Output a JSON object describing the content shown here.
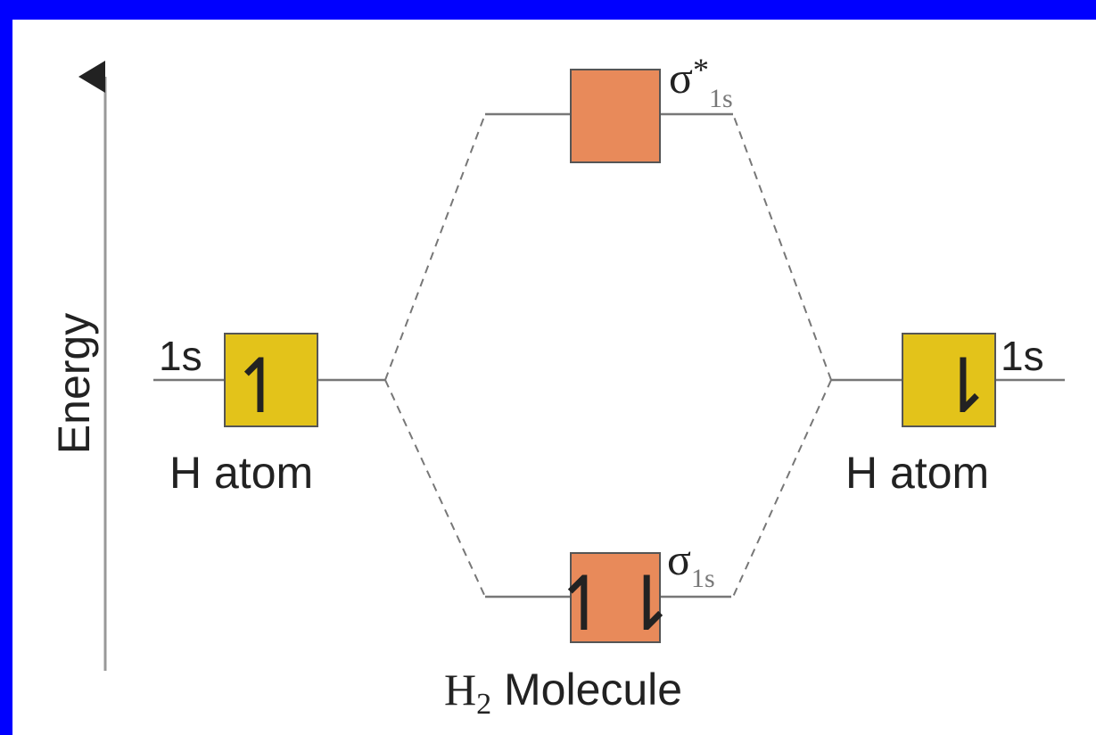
{
  "axis": {
    "label": "Energy"
  },
  "left_atom": {
    "orbital_label": "1s",
    "caption": "H atom",
    "electrons": "↿"
  },
  "right_atom": {
    "orbital_label": "1s",
    "caption": "H atom",
    "electrons": "⇂"
  },
  "antibonding": {
    "symbol": "σ",
    "superscript": "*",
    "subscript": "1s"
  },
  "bonding": {
    "symbol": "σ",
    "subscript": "1s",
    "electrons": "↿⇂"
  },
  "molecule": {
    "main": "H",
    "subscript": "2",
    "rest": " Molecule"
  },
  "colors": {
    "border": "#0000ff",
    "background": "#ffffff",
    "atomic_orbital": "#e3c31a",
    "molecular_orbital": "#e88a5a",
    "line": "#777777",
    "text": "#222222"
  }
}
